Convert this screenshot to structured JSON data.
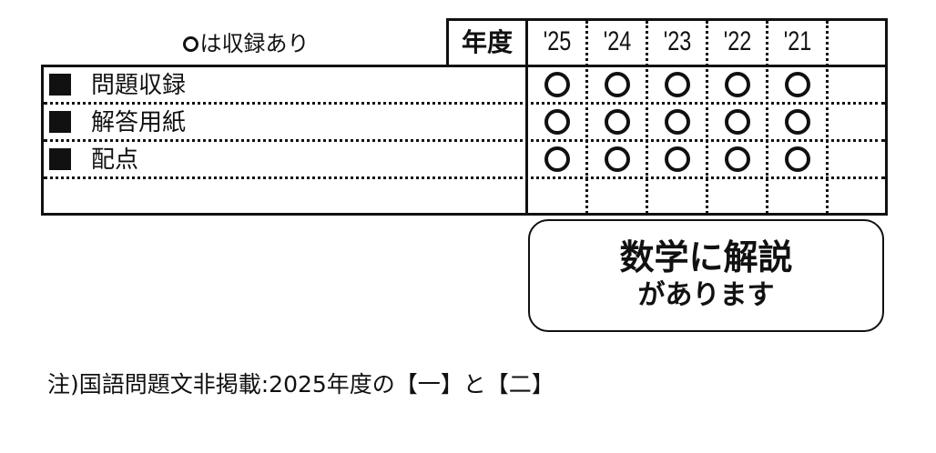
{
  "legend": {
    "icon": "circle-mark-icon",
    "text": "は収録あり"
  },
  "table": {
    "year_label": "年度",
    "years": [
      "'25",
      "'24",
      "'23",
      "'22",
      "'21",
      ""
    ],
    "rows": [
      {
        "bullet": "square-bullet-icon",
        "label": "問題収録",
        "marks": [
          "○",
          "○",
          "○",
          "○",
          "○",
          ""
        ]
      },
      {
        "bullet": "square-bullet-icon",
        "label": "解答用紙",
        "marks": [
          "○",
          "○",
          "○",
          "○",
          "○",
          ""
        ]
      },
      {
        "bullet": "square-bullet-icon",
        "label": "配点",
        "marks": [
          "○",
          "○",
          "○",
          "○",
          "○",
          ""
        ]
      },
      {
        "bullet": "",
        "label": "",
        "marks": [
          "",
          "",
          "",
          "",
          "",
          ""
        ]
      }
    ]
  },
  "note_box": {
    "line1": "数学に解説",
    "line2": "があります"
  },
  "footnote": "注)国語問題文非掲載:2025年度の【一】と【二】",
  "colors": {
    "ink": "#111111",
    "background": "#ffffff"
  }
}
